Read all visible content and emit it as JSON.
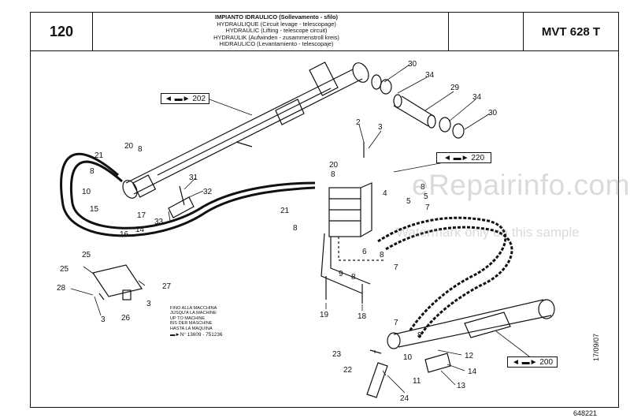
{
  "header": {
    "page_number": "120",
    "titles": [
      "IMPIANTO IDRAULICO (Sollevamento - sfilo)",
      "HYDRAULIQUE (Circuit levage - telescopage)",
      "HYDRAULIC (Lifting - telescope circuit)",
      "HYDRAULIK (Aufwinden - zusammenstroll kreis)",
      "HIDRAULICO (Levantamiento - telescopaje)"
    ],
    "model": "MVT 628 T"
  },
  "reference_boxes": [
    {
      "label": "◄ ▬► 202"
    },
    {
      "label": "◄ ▬► 220"
    },
    {
      "label": "◄ ▬► 200"
    }
  ],
  "part_labels": [
    "30",
    "34",
    "29",
    "34",
    "30",
    "2",
    "3",
    "20",
    "8",
    "21",
    "8",
    "10",
    "15",
    "17",
    "14",
    "16",
    "31",
    "32",
    "33",
    "20",
    "21",
    "8",
    "8",
    "4",
    "8",
    "5",
    "5",
    "7",
    "6",
    "8",
    "7",
    "9",
    "8",
    "19",
    "18",
    "25",
    "25",
    "27",
    "28",
    "3",
    "26",
    "3",
    "7",
    "8",
    "10",
    "12",
    "14",
    "11",
    "13",
    "23",
    "22",
    "24"
  ],
  "note": {
    "lines": [
      "FINO ALLA MACCHINA",
      "JUSQU'A LA MACHINE",
      "UP TO MACHINE",
      "BIS DER MASCHINE",
      "HASTA LA MAQUINA"
    ],
    "serial": "▬►N° 13609 - 751236"
  },
  "watermark": {
    "site": "eRepairinfo.com",
    "text": "Watermark only on this sample"
  },
  "side_date": "17/09/07",
  "doc_number": "648221"
}
